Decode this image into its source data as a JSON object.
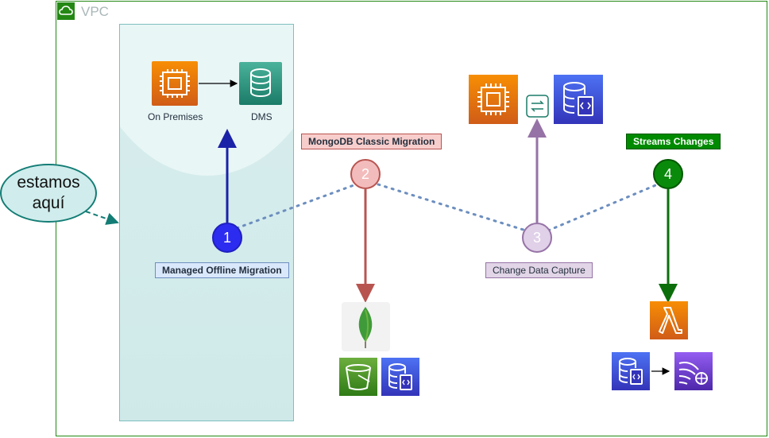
{
  "vpc": {
    "label": "VPC"
  },
  "callout": {
    "line1": "estamos",
    "line2": "aquí"
  },
  "on_premises": {
    "label": "On Premises"
  },
  "dms": {
    "label": "DMS"
  },
  "steps": [
    {
      "number": "1",
      "caption": "Managed Offline Migration"
    },
    {
      "number": "2",
      "caption": "MongoDB Classic Migration"
    },
    {
      "number": "3",
      "caption": "Change Data Capture"
    },
    {
      "number": "4",
      "caption": "Streams Changes"
    }
  ],
  "colors": {
    "vpc_border": "#248814",
    "step1": "#2c2cf0",
    "step2": "#f3bcbc",
    "step3": "#e0d0e8",
    "step4": "#0a8a0a",
    "arrow1": "#1a22a8",
    "arrow2": "#b85450",
    "arrow3": "#9673a6",
    "arrow4": "#0b6e0b",
    "dotted": "#6c8ebf"
  },
  "icons": [
    "ec2-icon",
    "dms-database-icon",
    "mongodb-leaf-icon",
    "s3-bucket-icon",
    "documentdb-icon",
    "lambda-icon",
    "kinesis-icon",
    "transfer-icon"
  ]
}
